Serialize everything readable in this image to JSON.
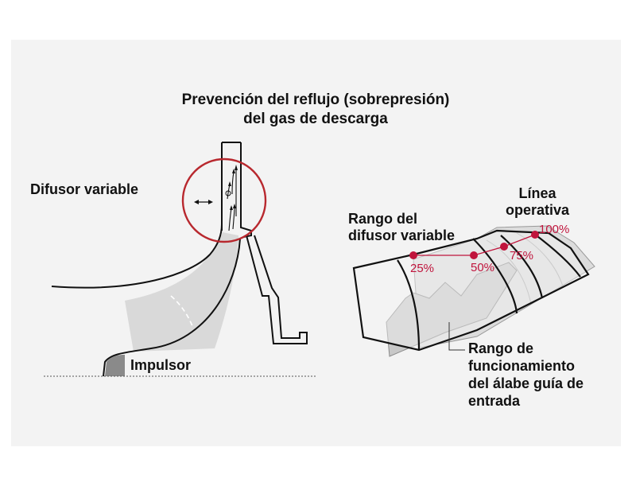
{
  "title": [
    "Prevención del reflujo (sobrepresión)",
    "del gas de descarga"
  ],
  "labels": {
    "variable_diffuser": "Difusor variable",
    "impeller": "Impulsor",
    "diffuser_range": [
      "Rango del",
      "difusor variable"
    ],
    "operating_line": [
      "Línea",
      "operativa"
    ],
    "igv_range": [
      "Rango de",
      "funcionamiento",
      "del álabe guía de",
      "entrada"
    ]
  },
  "operating_points": [
    "25%",
    "50%",
    "75%",
    "100%"
  ],
  "colors": {
    "highlight_circle": "#b8282e",
    "operating_point": "#c0143c",
    "flow_band": "#d9d9d9",
    "envelope_fill": "#d6d6d6",
    "igv_fill": "#c6c6c6",
    "impeller_tip": "#8a8a8a",
    "background_panel": "#f3f3f3"
  }
}
